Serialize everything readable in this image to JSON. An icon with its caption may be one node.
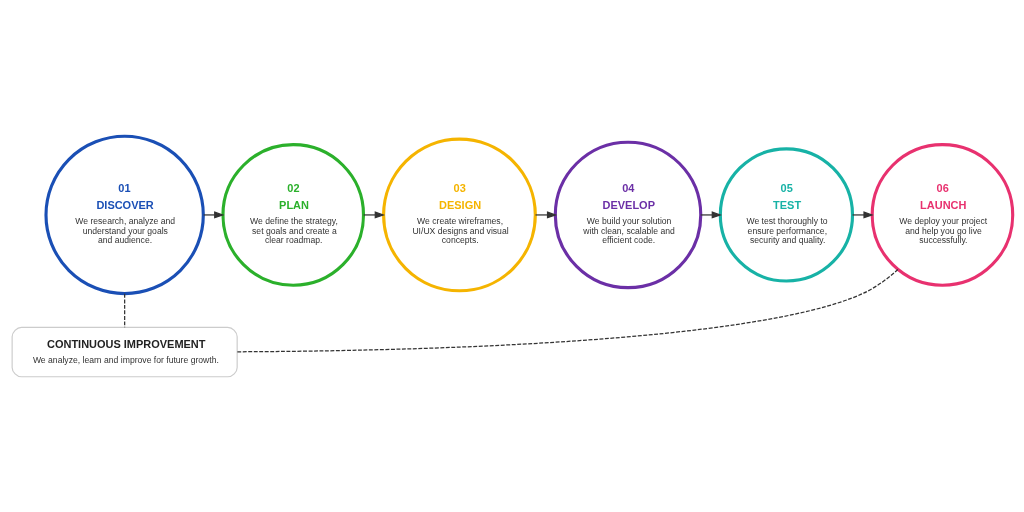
{
  "diagram": {
    "nodes": [
      {
        "text": [
          "01",
          "DISCOVER",
          "We research, analyze and understand your goals and audience."
        ]
      },
      {
        "text": [
          "02",
          "PLAN",
          "We define the strategy, set goals and create a clear roadmap."
        ]
      },
      {
        "text": [
          "03",
          "DESIGN",
          "We create wireframes, UI/UX designs and visual concepts."
        ]
      },
      {
        "text": [
          "04",
          "DEVELOP",
          "We build your solution with clean, scalable and efficient code."
        ]
      },
      {
        "text": [
          "05",
          "TEST",
          "We test thoroughly to ensure performance, security and quality."
        ]
      },
      {
        "text": [
          "06",
          "LAUNCH",
          "We deploy your project and help you go live successfully."
        ]
      },
      {
        "text": [
          "CONTINUOUS IMPROVEMENT",
          "We analyze, learn and improve for future growth."
        ]
      }
    ],
    "edges": [
      {
        "from": 0,
        "to": 1,
        "arrow": "to"
      },
      {
        "from": 1,
        "to": 2,
        "arrow": "to"
      },
      {
        "from": 2,
        "to": 3,
        "arrow": "to"
      },
      {
        "from": 3,
        "to": 4,
        "arrow": "to"
      },
      {
        "from": 4,
        "to": 5,
        "arrow": "to"
      },
      {
        "from": 0,
        "to": 6,
        "arrow": "none",
        "style": "dashed"
      },
      {
        "from": 6,
        "to": 5,
        "arrow": "none",
        "style": "dashed"
      }
    ]
  }
}
